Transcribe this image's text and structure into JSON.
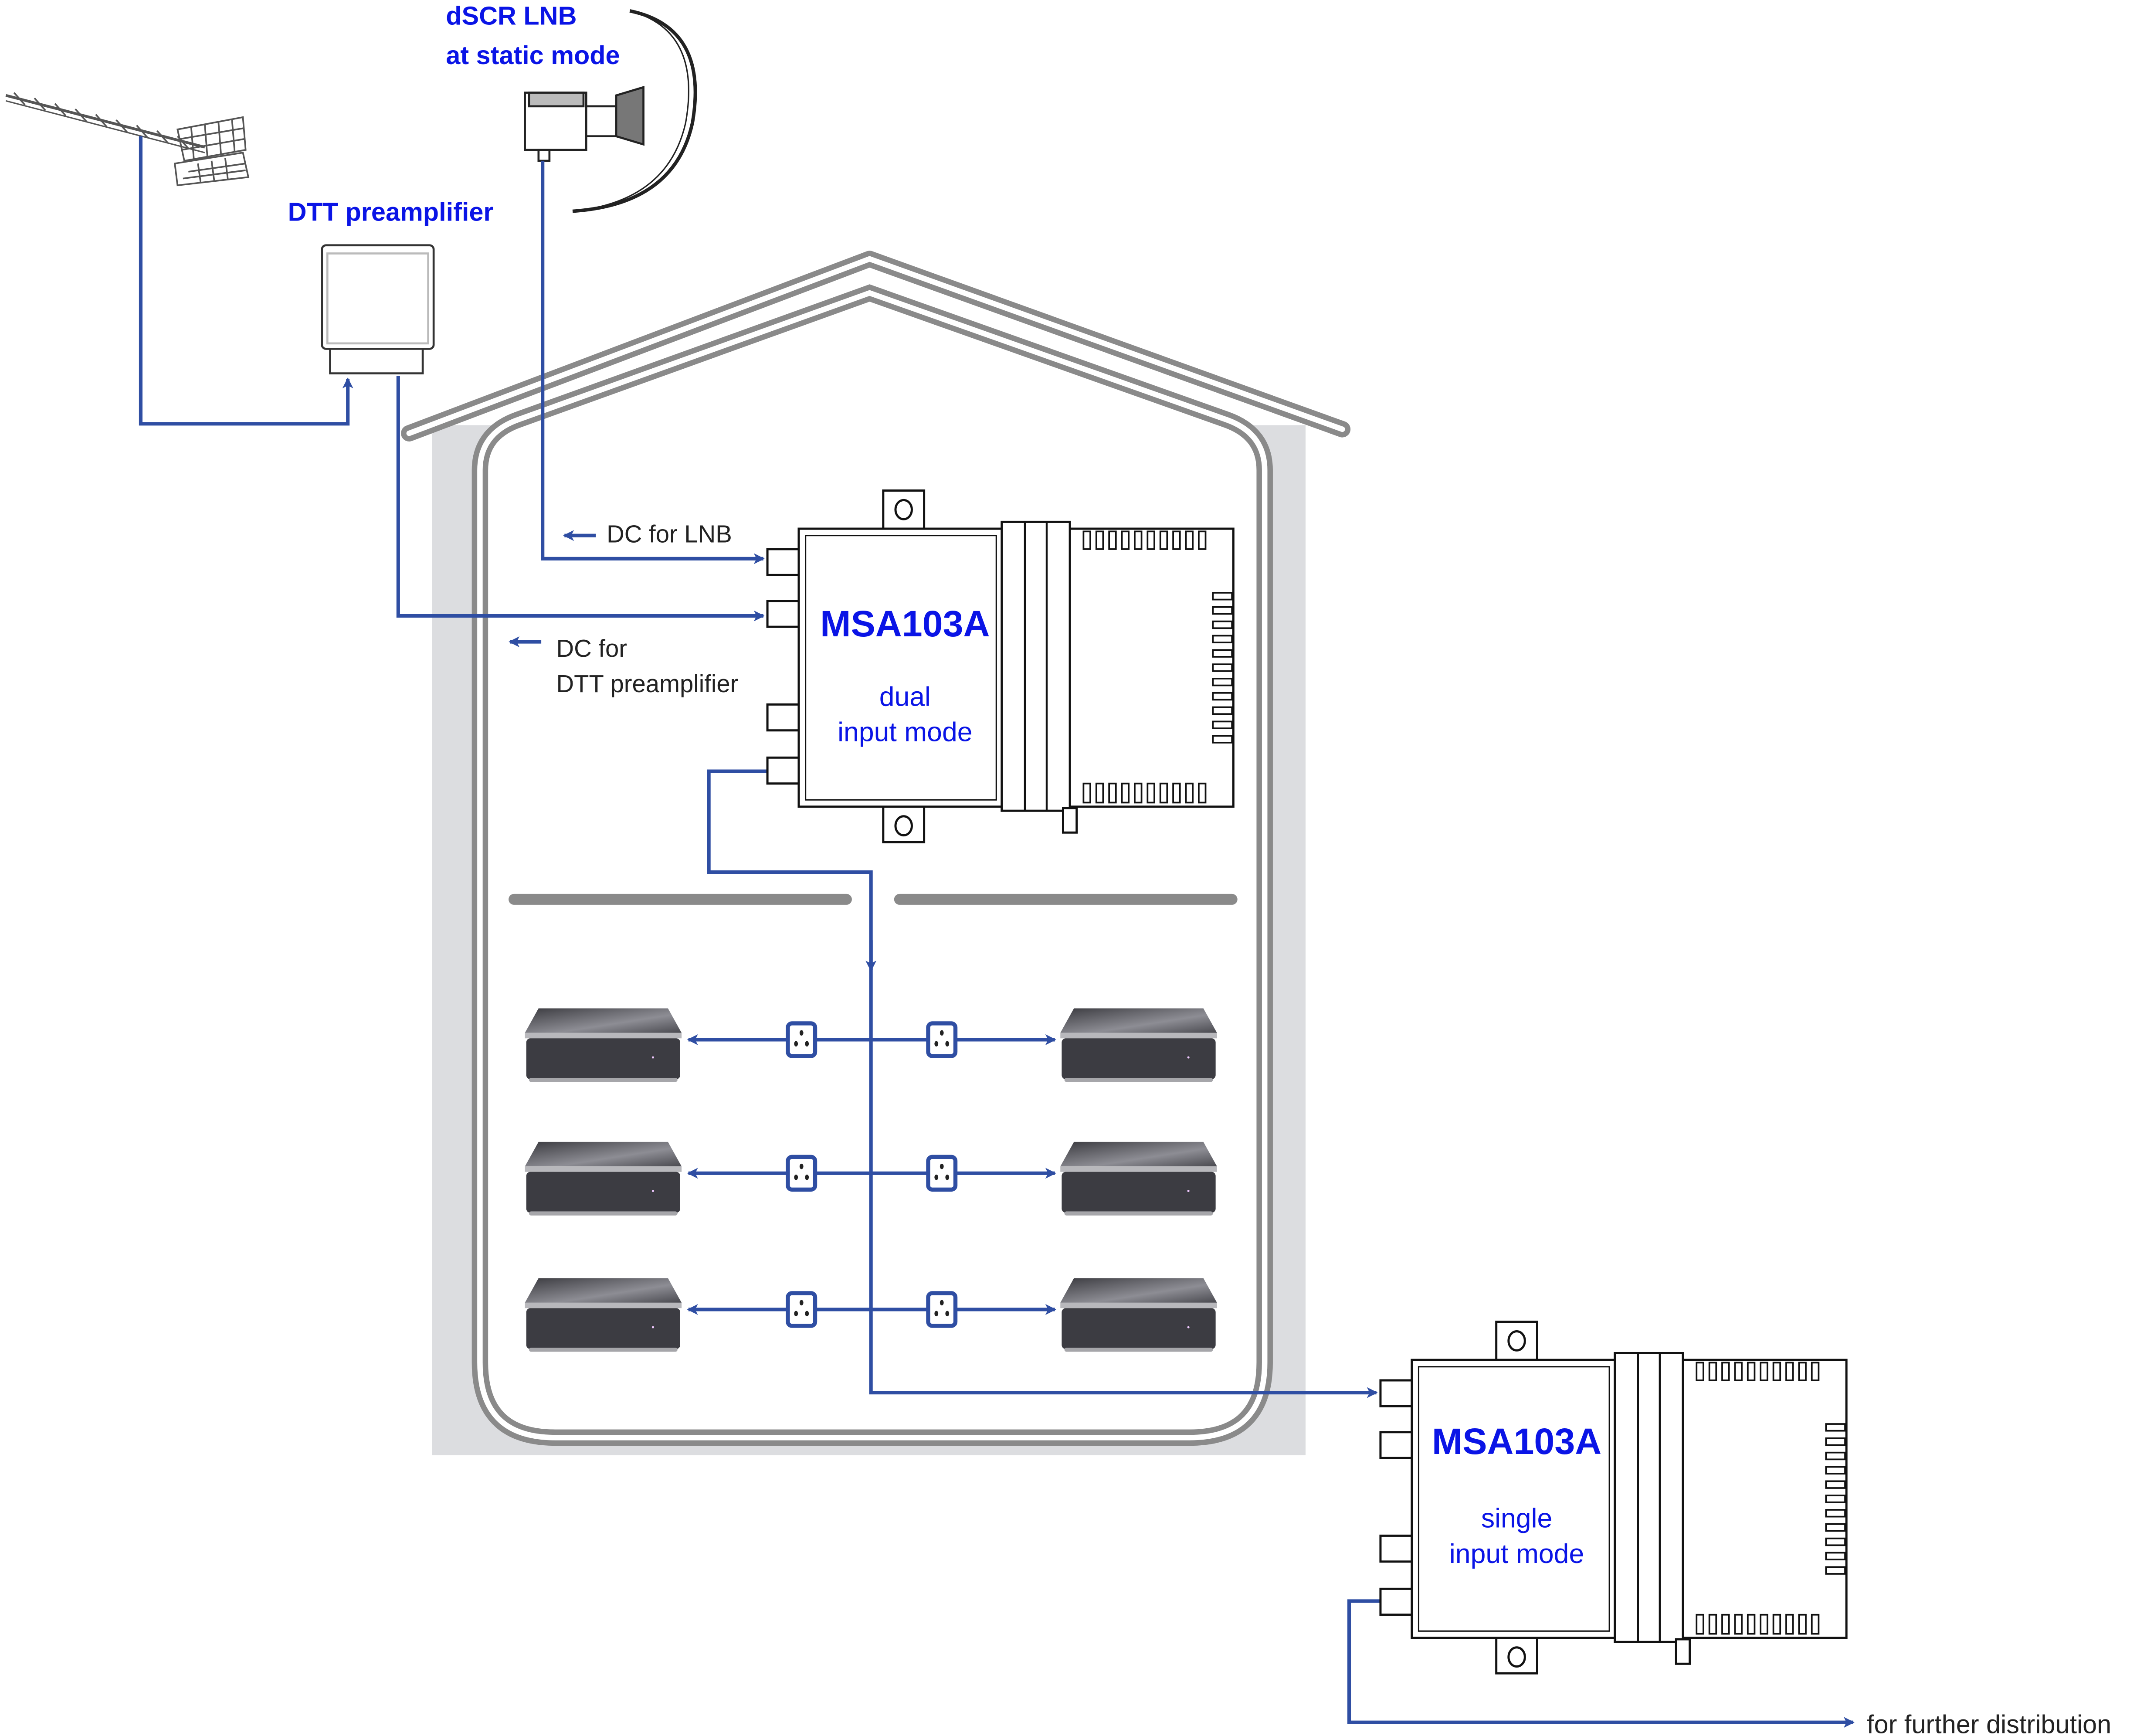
{
  "labels": {
    "lnb_line1": "dSCR LNB",
    "lnb_line2": "at static mode",
    "preamp": "DTT preamplifier",
    "dc_lnb": "DC for LNB",
    "dc_dtt_line1": "DC for",
    "dc_dtt_line2": "DTT preamplifier",
    "further": "for further distribution"
  },
  "devices": [
    {
      "model": "MSA103A",
      "mode_line1": "dual",
      "mode_line2": "input mode"
    },
    {
      "model": "MSA103A",
      "mode_line1": "single",
      "mode_line2": "input mode"
    }
  ],
  "colors": {
    "label_blue": "#0a14e6",
    "cable": "#2f4ea3",
    "house_wall": "#dcdde0",
    "house_outline": "#8a8a8a"
  },
  "icons": [
    "tv-antenna-icon",
    "satellite-dish-icon",
    "lnb-icon",
    "preamplifier-icon",
    "multiswitch-icon",
    "wall-socket-icon",
    "set-top-box-icon"
  ]
}
